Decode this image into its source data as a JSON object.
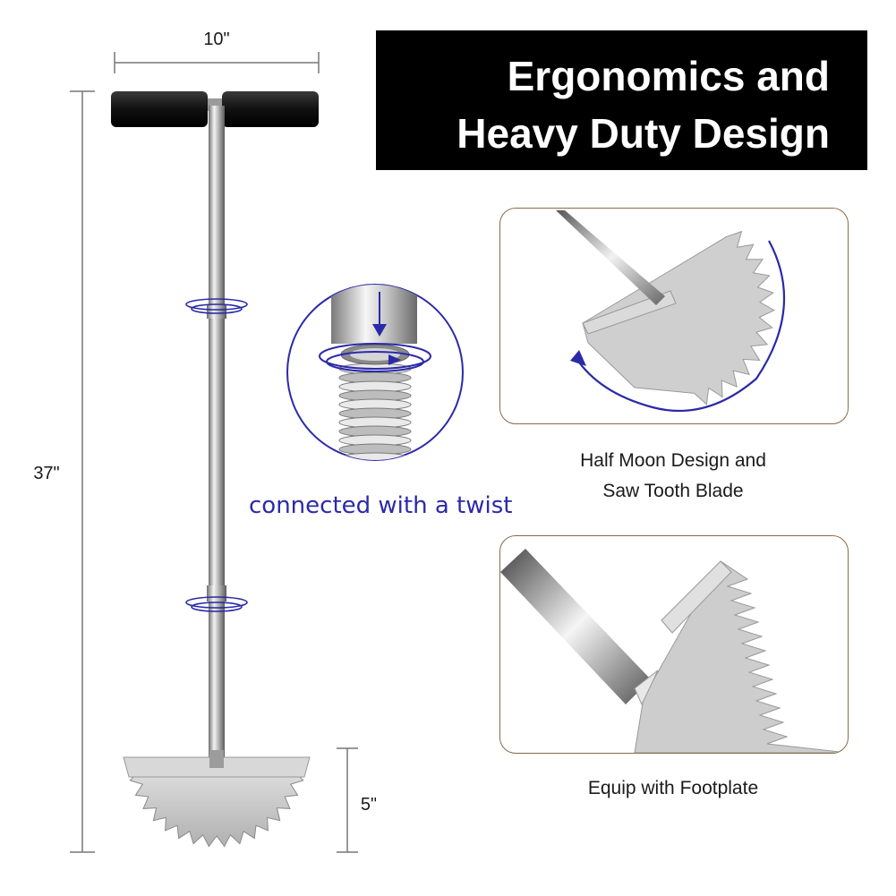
{
  "header": {
    "title_line1": "Ergonomics and",
    "title_line2": "Heavy Duty Design"
  },
  "dimensions": {
    "width": "10\"",
    "height": "37\"",
    "blade_height": "5\""
  },
  "callouts": {
    "twist": "connected with a twist",
    "half_moon_line1": "Half Moon Design and",
    "half_moon_line2": "Saw Tooth Blade",
    "footplate": "Equip with Footplate"
  },
  "colors": {
    "banner": "#000000",
    "accent_blue": "#2b2aa8",
    "steel": "#c8c8c8",
    "frame_border": "#8a6a4a"
  }
}
